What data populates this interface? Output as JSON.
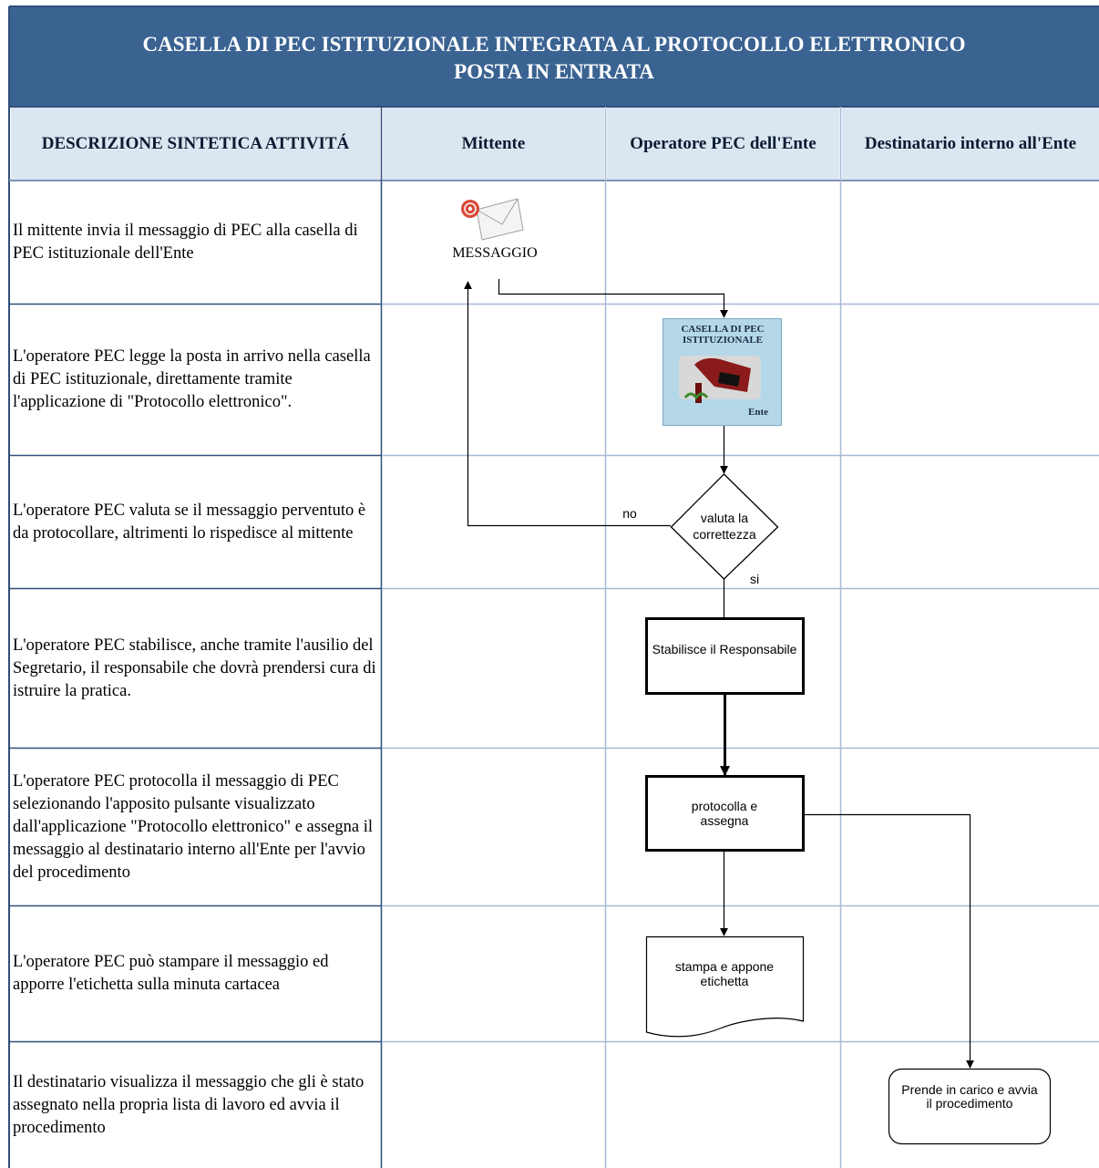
{
  "title": {
    "line1": "CASELLA DI PEC ISTITUZIONALE INTEGRATA AL PROTOCOLLO ELETTRONICO",
    "line2": "POSTA IN ENTRATA"
  },
  "columns": {
    "descrizione": "DESCRIZIONE SINTETICA ATTIVITÁ",
    "mittente": "Mittente",
    "operatore": "Operatore PEC dell'Ente",
    "destinatario": "Destinatario interno all'Ente"
  },
  "rows": [
    "Il mittente invia il messaggio di PEC alla casella di PEC istituzionale dell'Ente",
    "L'operatore PEC legge la posta in arrivo nella casella di PEC istituzionale, direttamente tramite l'applicazione di \"Protocollo elettronico\".",
    "L'operatore PEC valuta se il messaggio perventuto è da protocollare, altrimenti lo rispedisce al mittente",
    "L'operatore PEC stabilisce, anche tramite l'ausilio del Segretario, il responsabile che dovrà prendersi cura di istruire la pratica.",
    "L'operatore PEC protocolla il messaggio di PEC selezionando l'apposito pulsante visualizzato dall'applicazione \"Protocollo elettronico\" e assegna il messaggio al destinatario interno all'Ente per l'avvio del procedimento",
    "L'operatore PEC può stampare il messaggio ed apporre l'etichetta sulla minuta cartacea",
    "Il destinatario visualizza il messaggio che gli è stato assegnato nella propria lista di lavoro ed avvia il procedimento"
  ],
  "nodes": {
    "messaggio": "MESSAGGIO",
    "casella_title": "CASELLA DI PEC ISTITUZIONALE",
    "casella_ente": "Ente",
    "valuta": "valuta la correttezza",
    "no_label": "no",
    "si_label": "si",
    "stabilisce": "Stabilisce il Responsabile",
    "protocolla": "protocolla e assegna",
    "stampa": "stampa e appone etichetta",
    "prende": "Prende in carico e avvia il procedimento"
  },
  "colors": {
    "title_bg": "#3A6392",
    "header_bg": "#DCE6F1",
    "grid_line": "#A8B8D6",
    "border_dark": "#2F4F7A",
    "casella_bg": "#B4D8E8"
  }
}
